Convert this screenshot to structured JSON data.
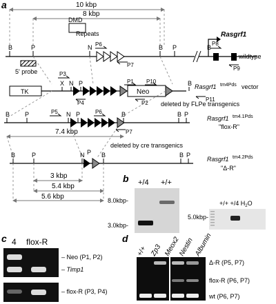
{
  "panel_labels": {
    "a": "a",
    "b": "b",
    "c": "c",
    "d": "d"
  },
  "map": {
    "dist_10k": "10 kbp",
    "dist_8k": "8 kbp",
    "dmd": "DMD",
    "repeats": "Repeats",
    "gene": "Rasgrf1",
    "wildtype": "wildtype",
    "probe": "5' probe",
    "tk": "TK",
    "neo": "Neo",
    "tm4_gene": "Rasgrf1",
    "tm4_sup": "tm4Pds",
    "tm4_suffix": " vector",
    "flpe_note": "deleted by FLPe transgenics",
    "tm41_gene": "Rasgrf1",
    "tm41_sup": "tm4.1Pds",
    "tm41_label": "\"flox-R\"",
    "dist_74": "7.4 kbp",
    "cre_note": "deleted by cre transgenics",
    "tm42_gene": "Rasgrf1",
    "tm42_sup": "tm4.2Pds",
    "tm42_label": "\"Δ-R\"",
    "dist_3": "3 kbp",
    "dist_54": "5.4 kbp",
    "dist_56": "5.6 kbp",
    "sites": {
      "B": "B",
      "P": "P",
      "N": "N",
      "X": "X"
    },
    "primers": {
      "p3": "P3",
      "p4": "P4",
      "p5": "P5",
      "p6": "P6",
      "p7": "P7",
      "p8": "P8",
      "p9": "P9",
      "p10": "P10",
      "p1": "P1",
      "p2": "P2",
      "p11": "P11"
    }
  },
  "blot_b": {
    "lane1": "+/4",
    "lane2": "+/+",
    "m8": "8.0kbp-",
    "m3": "3.0kbp-",
    "pcr_lanes": "+/+ +/4 H",
    "pcr_sub": "2",
    "pcr_tail": "O",
    "m5": "5.0kbp-"
  },
  "gel_c": {
    "lane1": "4",
    "lane2": "flox-R",
    "neo": "– Neo (P1, P2)",
    "timp": "Timp1",
    "flox": "– flox-R (P3, P4)"
  },
  "gel_d": {
    "lanes": [
      "+/+",
      "Zp3",
      "Meox2",
      "Nestin",
      "Albumin"
    ],
    "delta": "Δ-R (P5, P7)",
    "flox": "flox-R (P6, P7)",
    "wt": "wt (P6, P7)"
  }
}
